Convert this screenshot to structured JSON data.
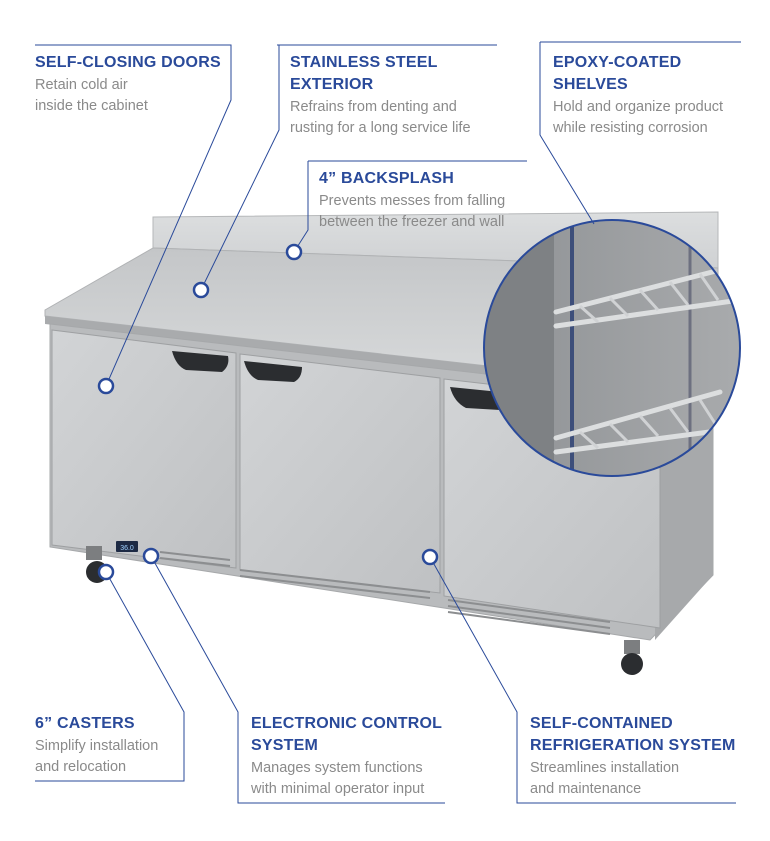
{
  "features": {
    "doors": {
      "title": "SELF-CLOSING DOORS",
      "desc": [
        "Retain cold air",
        "inside the cabinet"
      ]
    },
    "exterior": {
      "title": [
        "STAINLESS STEEL",
        "EXTERIOR"
      ],
      "desc": [
        "Refrains from denting and",
        "rusting for a long service life"
      ]
    },
    "shelves": {
      "title": [
        "EPOXY-COATED",
        "SHELVES"
      ],
      "desc": [
        "Hold and organize product",
        "while resisting corrosion"
      ]
    },
    "backsplash": {
      "title": "4” BACKSPLASH",
      "desc": [
        "Prevents messes from falling",
        "between the freezer and wall"
      ]
    },
    "casters": {
      "title": "6” CASTERS",
      "desc": [
        "Simplify installation",
        "and relocation"
      ]
    },
    "control": {
      "title": [
        "ELECTRONIC CONTROL",
        "SYSTEM"
      ],
      "desc": [
        "Manages system functions",
        "with minimal operator input"
      ]
    },
    "refrigeration": {
      "title": [
        "SELF-CONTAINED",
        "REFRIGERATION SYSTEM"
      ],
      "desc": [
        "Streamlines installation",
        "and maintenance"
      ]
    }
  },
  "display_readout": "36.0",
  "colors": {
    "accent": "#2a4a9a",
    "desc_text": "#8a8a8a",
    "steel": "#c9cbcd"
  }
}
